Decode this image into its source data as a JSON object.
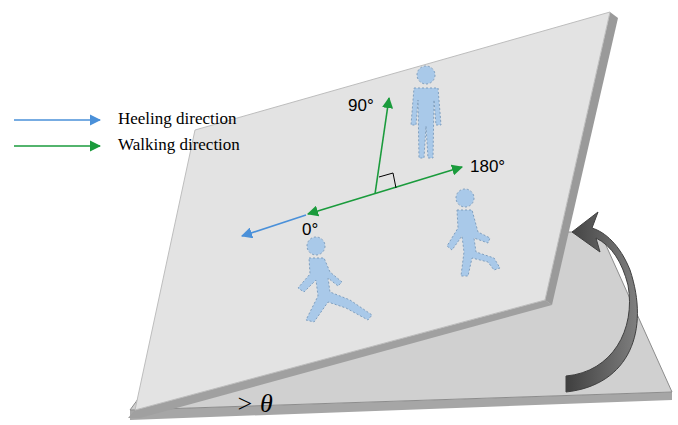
{
  "diagram": {
    "labels": [
      "90°",
      "180°",
      "0°",
      "> θ"
    ],
    "legend": [
      {
        "text": "Heeling direction"
      },
      {
        "text": "Walking direction"
      }
    ]
  }
}
